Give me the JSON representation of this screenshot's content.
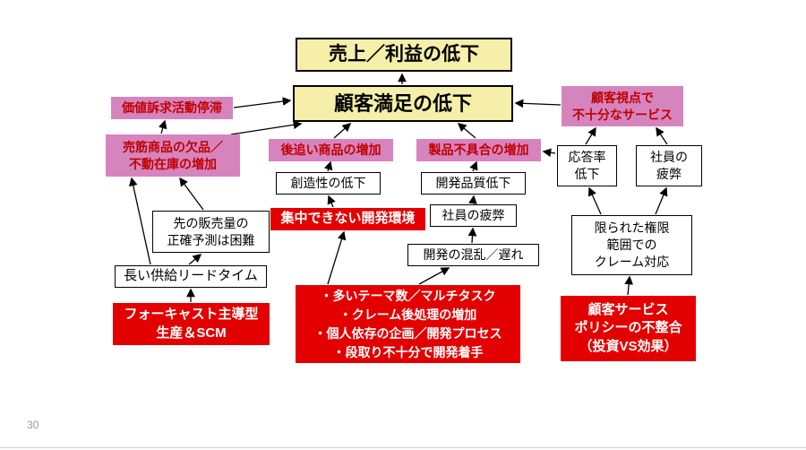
{
  "page": {
    "number": "30"
  },
  "colors": {
    "box_yellow": "#f5efa9",
    "box_pink": "#d684be",
    "box_red": "#e30000",
    "pink_text_red": "#c00000",
    "line_black": "#000000"
  },
  "nodes": {
    "sales_profit": {
      "label": "売上／利益の低下"
    },
    "customer_satisfaction": {
      "label": "顧客満足の低下"
    },
    "value_proposition": {
      "label": "価値訴求活動停滞"
    },
    "stockout": {
      "label": "売筋商品の欠品／\n不動在庫の増加"
    },
    "follower_products": {
      "label": "後追い商品の増加"
    },
    "product_defects": {
      "label": "製品不具合の増加"
    },
    "insufficient_service": {
      "label": "顧客視点で\n不十分なサービス"
    },
    "creativity_decline": {
      "label": "創造性の低下"
    },
    "dev_quality_decline": {
      "label": "開発品質低下"
    },
    "response_rate_decline": {
      "label": "応答率\n低下"
    },
    "employee_fatigue_right": {
      "label": "社員の\n疲弊"
    },
    "forecast_difficulty": {
      "label": "先の販売量の\n正確予測は困難"
    },
    "no_focus_dev_env": {
      "label": "集中できない開発環境"
    },
    "employee_fatigue_mid": {
      "label": "社員の疲弊"
    },
    "dev_confusion_delay": {
      "label": "開発の混乱／遅れ"
    },
    "long_supply_leadtime": {
      "label": "長い供給リードタイム"
    },
    "limited_authority": {
      "label": "限られた権限\n範囲での\nクレーム対応"
    },
    "forecast_driven_scm": {
      "label": "フォーキャスト主導型\n生産＆SCM"
    },
    "dev_issues_list": {
      "label": "・多いテーマ数／マルチタスク\n・クレーム後処理の増加\n・個人依存の企画／開発プロセス\n・段取り不十分で開発着手"
    },
    "service_policy_mismatch": {
      "label": "顧客サービス\nポリシーの不整合\n（投資VS効果）"
    }
  }
}
